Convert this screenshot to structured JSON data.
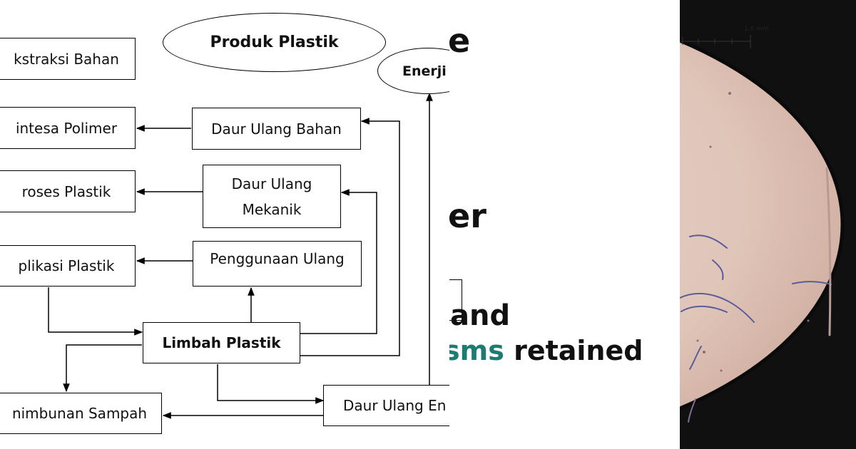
{
  "diagram": {
    "title": "Produk Plastik",
    "energy": "Enerji",
    "nodes": {
      "ekstraksi": "kstraksi Bahan",
      "sintesa": "intesa Polimer",
      "proses": "roses Plastik",
      "aplikasi": "plikasi Plastik",
      "penimbunan": "nimbunan Sampah",
      "daur_bahan": "Daur Ulang Bahan",
      "daur_mekanik_1": "Daur Ulang",
      "daur_mekanik_2": "Mekanik",
      "penggunaan": "Penggunaan Ulang",
      "limbah": "Limbah Plastik",
      "daur_energi": "Daur Ulang En"
    }
  },
  "slide": {
    "frag_e": "e",
    "frag_er": "er",
    "frag_and": "and",
    "frag_sms": "sms",
    "frag_retained": "retained"
  },
  "microscope": {
    "scale_label": "1.0 mm"
  },
  "colors": {
    "teal_text": "#1b7c6f",
    "field": "#e4cdc3",
    "fibers": "#5a5d9a"
  }
}
